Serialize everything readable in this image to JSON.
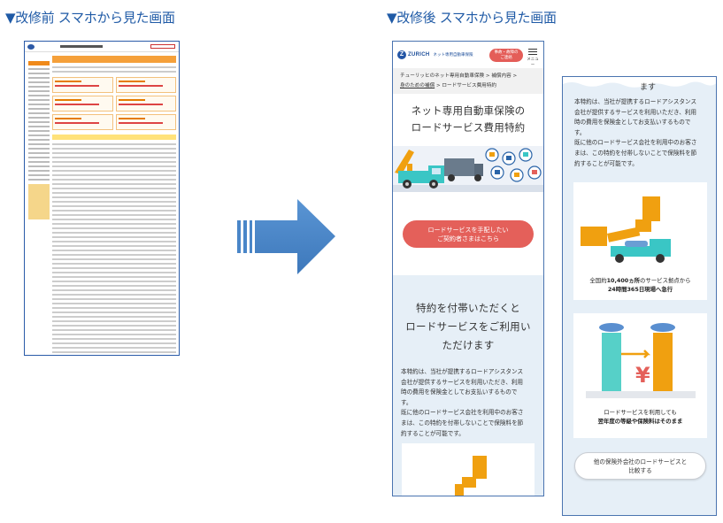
{
  "headings": {
    "before": "▼改修前 スマホから見た画面",
    "after": "▼改修後 スマホから見た画面"
  },
  "phone1": {
    "brand": "ZURICH",
    "brand_sub": "ネット専用自動車保険",
    "contact_line1": "事故・故障の",
    "contact_line2": "ご連絡",
    "menu_label": "メニュー",
    "breadcrumb_line1": "チューリッヒのネット専用自動車保険 > 補償内容 >",
    "breadcrumb_line2a": "身のための補償",
    "breadcrumb_line2b": " > ロードサービス費用特約",
    "title_line1": "ネット専用自動車保険の",
    "title_line2": "ロードサービス費用特約",
    "cta_line1": "ロードサービスを手配したい",
    "cta_line2": "ご契約者さまはこちら",
    "section_title_line1": "特約を付帯いただくと",
    "section_title_line2": "ロードサービスをご利用い",
    "section_title_line3": "ただけます",
    "body_line1": "本特約は、当社が提携するロードアシスタンス",
    "body_line2": "会社が提供するサービスを利用いただき、利用",
    "body_line3": "時の費用を保険金としてお支払いするもので",
    "body_line4": "す。",
    "body_line5": "既に他のロードサービス会社を利用中のお客さ",
    "body_line6": "まは、この特約を付帯しないことで保険料を節",
    "body_line7": "約することが可能です。"
  },
  "phone2": {
    "top_fragment": "ます",
    "body_line1": "本特約は、当社が提携するロードアシスタンス",
    "body_line2": "会社が提供するサービスを利用いただき、利用",
    "body_line3": "時の費用を保険金としてお支払いするもので",
    "body_line4": "す。",
    "body_line5": "既に他のロードサービス会社を利用中のお客さ",
    "body_line6": "まは、この特約を付帯しないことで保険料を節",
    "body_line7": "約することが可能です。",
    "feature1_line1a": "全国約",
    "feature1_line1b": "10,400ヵ所",
    "feature1_line1c": "のサービス拠点から",
    "feature1_line2": "24時間365日現場へ急行",
    "feature2_line1": "ロードサービスを利用しても",
    "feature2_line2": "翌年度の等級や保険料はそのまま",
    "compare_line1": "他の保険外会社のロードサービスと",
    "compare_line2": "比較する"
  },
  "colors": {
    "heading": "#1f5aa6",
    "arrow": "#4a86c8",
    "cta": "#e4605a",
    "accent_orange": "#f0a010",
    "light_blue_bg": "#e6eff7"
  }
}
